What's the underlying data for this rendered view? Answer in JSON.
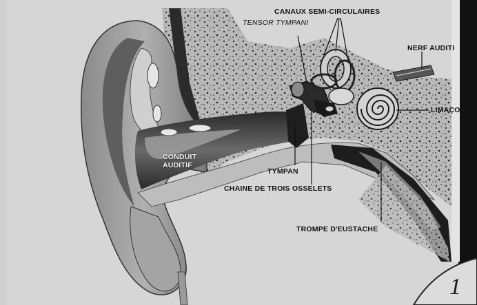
{
  "labels": {
    "canaux": "CANAUX SEMI-CIRCULAIRES",
    "tensor": "TENSOR TYMPANI",
    "nerf": "NERF AUDITI",
    "limacon": "LIMAÇO",
    "conduit_1": "CONDUIT",
    "conduit_2": "AUDITIF",
    "tympan": "TYMPAN",
    "chaine": "CHAINE DE TROIS OSSELETS",
    "trompe": "TROMPE D'EUSTACHE"
  },
  "corner_mark": "1",
  "colors": {
    "background": "#d9d9d9",
    "ear_skin": "#9a9a9a",
    "bone": "#bdbdbd",
    "dark": "#1e1e1e",
    "ink": "#111111"
  }
}
